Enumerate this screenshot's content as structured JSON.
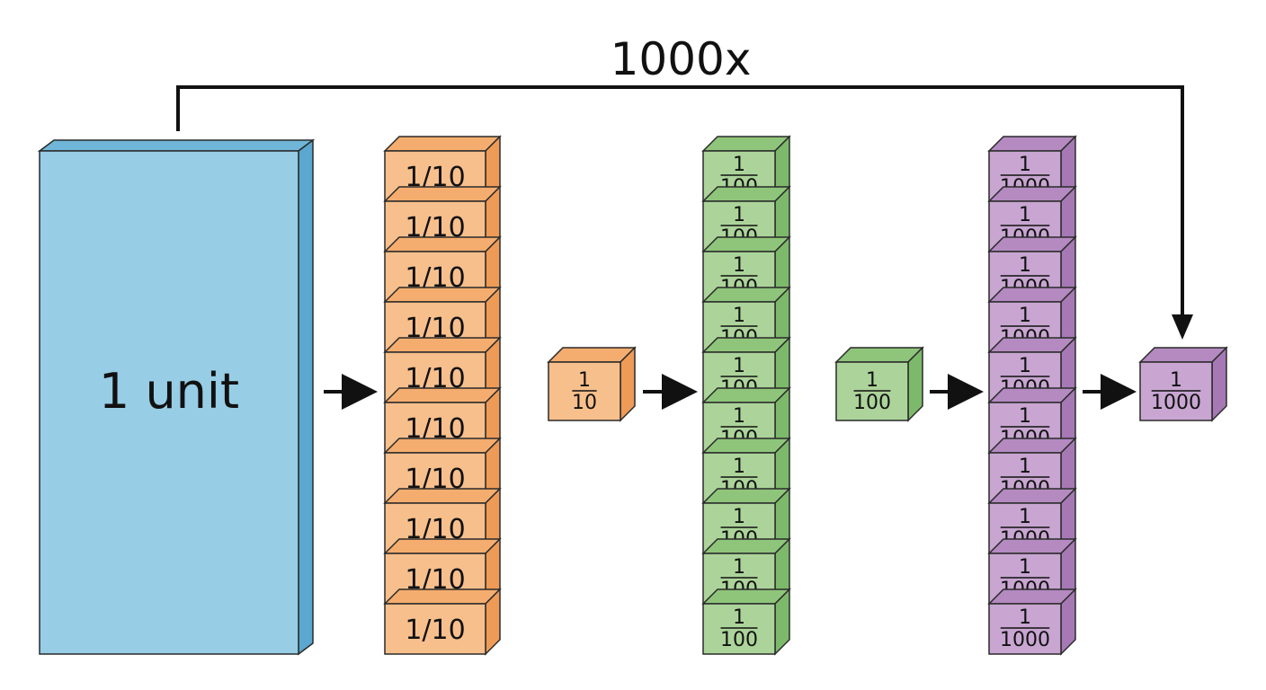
{
  "title": "1000x",
  "unit_label": "1 unit",
  "tenths": {
    "cell_label": "1/10",
    "count": 10,
    "single_num": "1",
    "single_den": "10"
  },
  "hundredths": {
    "num": "1",
    "den": "100",
    "count": 10
  },
  "thousandths": {
    "num": "1",
    "den": "1000",
    "count": 10
  },
  "colors": {
    "unit_front": "#97cde5",
    "unit_top": "#6fb6d8",
    "unit_side": "#5aa7cf",
    "tenth_front": "#f7bf8c",
    "tenth_top": "#f4ad6e",
    "tenth_side": "#ee9b57",
    "hundredth_front": "#acd49a",
    "hundredth_top": "#8ec57a",
    "hundredth_side": "#7db96a",
    "thousandth_front": "#c8a6d1",
    "thousandth_top": "#b48ac1",
    "thousandth_side": "#a679b5",
    "stroke": "#2a2a2a",
    "arrow": "#111111"
  }
}
